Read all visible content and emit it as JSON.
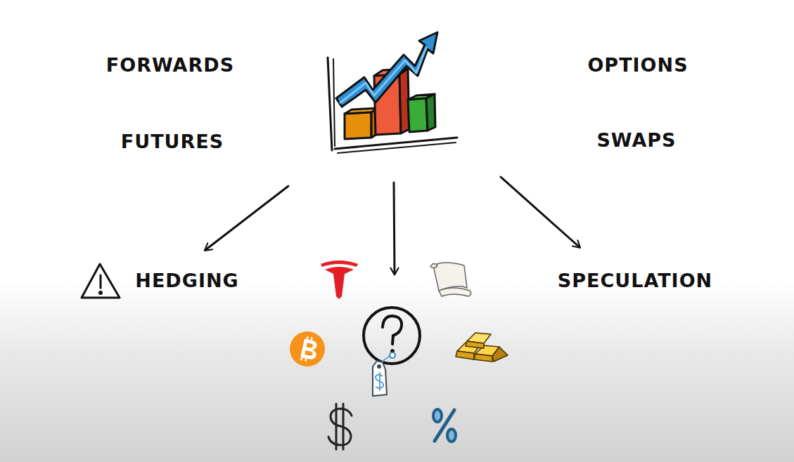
{
  "diagram": {
    "labels": [
      "FORWARDS",
      "FUTURES",
      "OPTIONS",
      "SWAPS",
      "HEDGING",
      "SPECULATION"
    ]
  }
}
